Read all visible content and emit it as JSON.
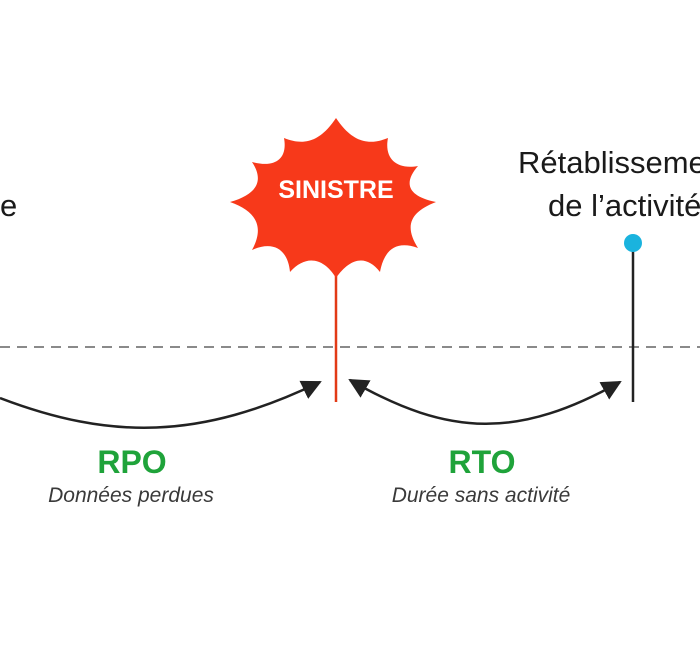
{
  "diagram": {
    "event_label": "SINISTRE",
    "left_label_fragment": "e",
    "recovery_label": {
      "line1": "Rétablissement",
      "line2": "de l’activité"
    },
    "rpo": {
      "title": "RPO",
      "subtitle": "Données perdues"
    },
    "rto": {
      "title": "RTO",
      "subtitle": "Durée sans activité"
    }
  },
  "colors": {
    "burst": "#f7391a",
    "event_line": "#e23a17",
    "metric_text": "#1fa33a",
    "recovery_dot": "#1ab3de",
    "timeline_dash": "#8a8a8a",
    "arrows": "#222222",
    "text": "#1a1a1a"
  }
}
